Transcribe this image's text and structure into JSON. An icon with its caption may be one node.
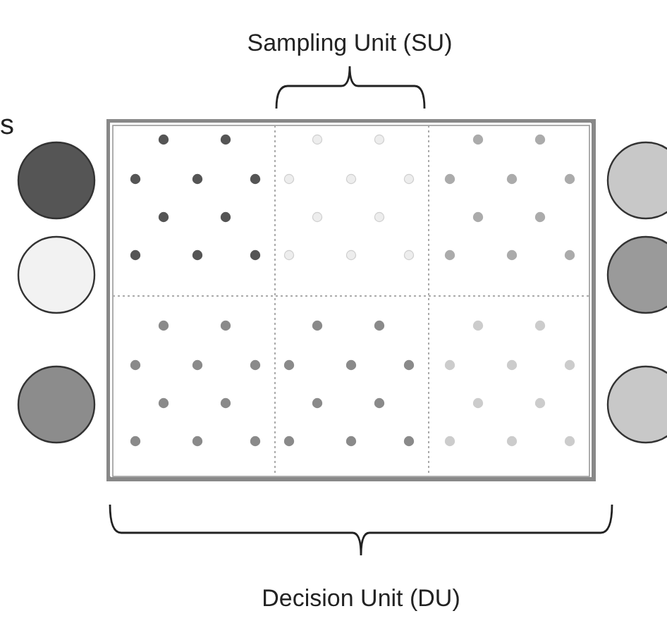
{
  "diagram": {
    "labels": [
      "Sampling Unit (SU)",
      "s",
      "Decision Unit (DU)"
    ]
  }
}
